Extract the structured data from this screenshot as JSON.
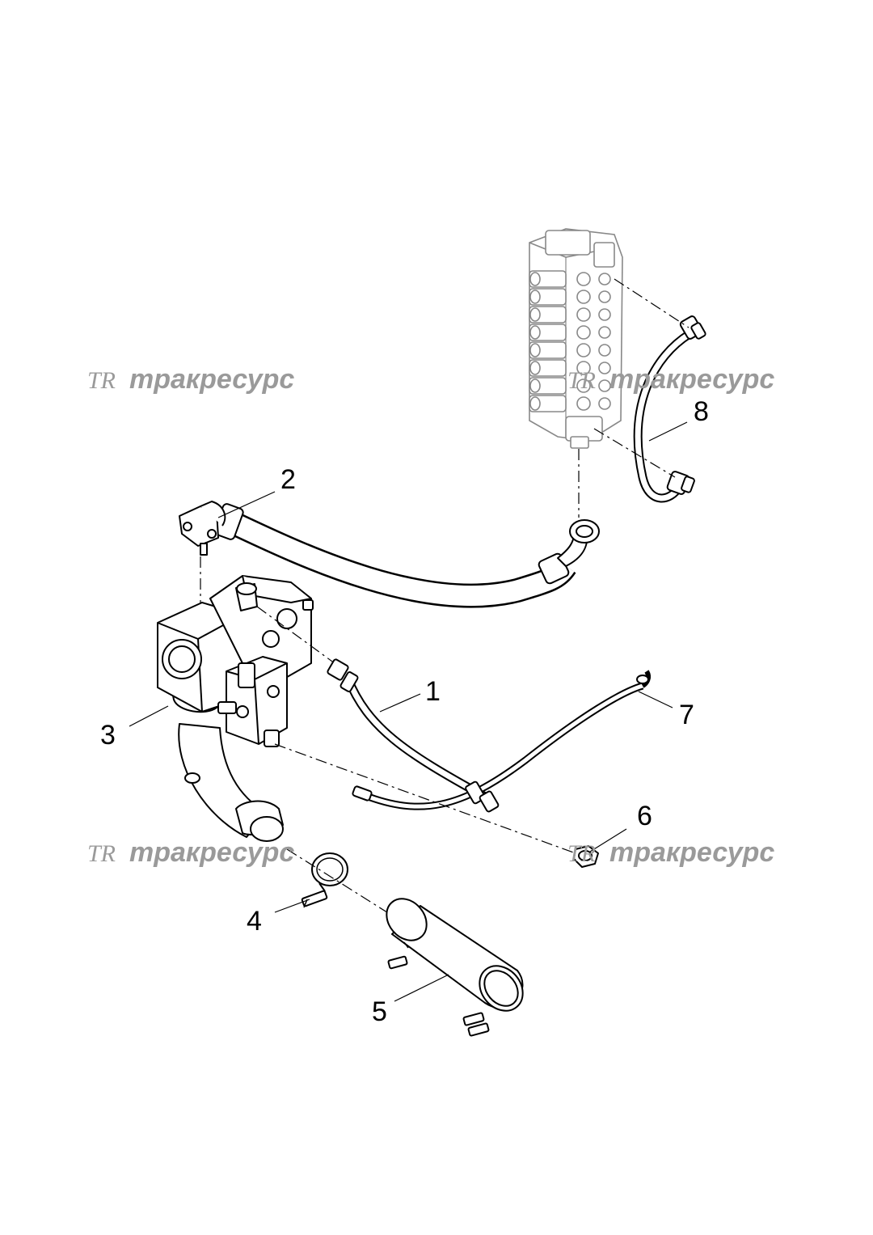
{
  "watermark": {
    "logo": "TR",
    "text": "тракресурс"
  },
  "callouts": [
    {
      "id": "1",
      "label": "1"
    },
    {
      "id": "2",
      "label": "2"
    },
    {
      "id": "3",
      "label": "3"
    },
    {
      "id": "4",
      "label": "4"
    },
    {
      "id": "5",
      "label": "5"
    },
    {
      "id": "6",
      "label": "6"
    },
    {
      "id": "7",
      "label": "7"
    },
    {
      "id": "8",
      "label": "8"
    }
  ],
  "parts": [
    {
      "callout": "1",
      "name": "hose-1"
    },
    {
      "callout": "2",
      "name": "pressure-hose-2"
    },
    {
      "callout": "3",
      "name": "hydraulic-pump-3"
    },
    {
      "callout": "4",
      "name": "hose-clamp-4"
    },
    {
      "callout": "5",
      "name": "suction-tube-5"
    },
    {
      "callout": "6",
      "name": "plug-6"
    },
    {
      "callout": "7",
      "name": "hose-7"
    },
    {
      "callout": "8",
      "name": "hose-8"
    }
  ],
  "colors": {
    "line": "#000000",
    "ghost": "#888888",
    "watermark": "#9a9a9a",
    "background": "#ffffff"
  }
}
